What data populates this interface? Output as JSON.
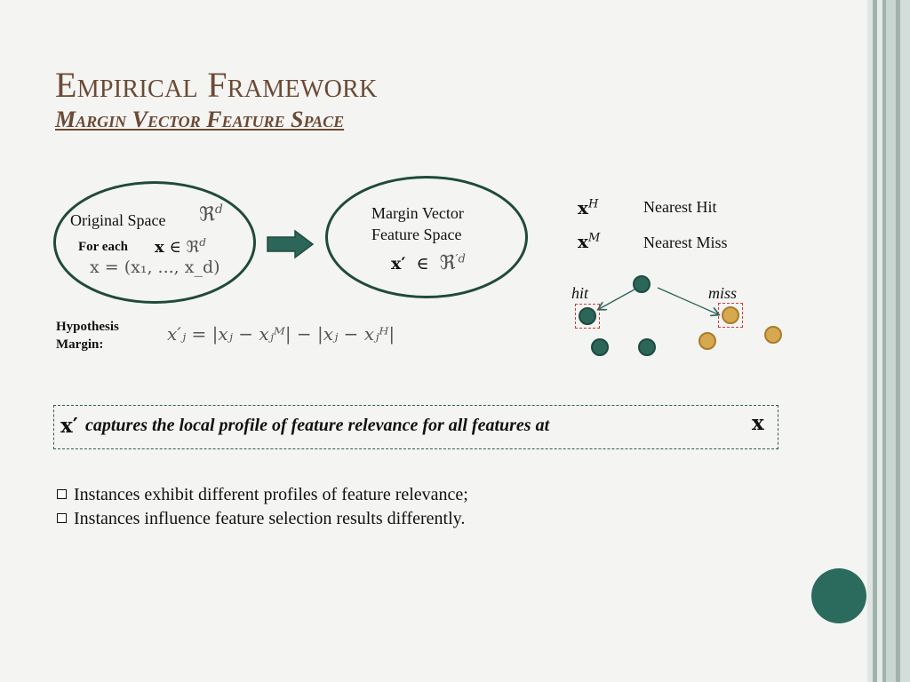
{
  "title": "Empirical Framework",
  "subtitle": "Margin Vector Feature Space",
  "original_space": {
    "label": "Original Space",
    "space_symbol": "ℜ",
    "space_sup": "d",
    "for_each_label": "For each",
    "x_symbol": "x",
    "in_symbol": "∈",
    "vector_expr": "x = (x₁, ..., x_d)"
  },
  "margin_space": {
    "label_line1": "Margin Vector",
    "label_line2": "Feature Space",
    "x_prime": "x′",
    "in_symbol": "∈",
    "space_symbol": "ℜ",
    "space_sup": "′d"
  },
  "hypothesis_margin": {
    "label_line1": "Hypothesis",
    "label_line2": "Margin:",
    "formula": "x′ⱼ = |xⱼ − xⱼᴹ| − |xⱼ − xⱼᴴ|"
  },
  "legend": {
    "hit_symbol": "x",
    "hit_sup": "H",
    "hit_label": "Nearest Hit",
    "miss_symbol": "x",
    "miss_sup": "M",
    "miss_label": "Nearest Miss"
  },
  "scatter": {
    "hit_label": "hit",
    "miss_label": "miss"
  },
  "captures": {
    "x_prime": "x′",
    "text": "captures the local profile of feature relevance for all features at",
    "x_end": "x"
  },
  "bullets": [
    "Instances exhibit different profiles of feature relevance;",
    "Instances influence feature selection results differently."
  ],
  "colors": {
    "title": "#6b4a35",
    "teal": "#2b6659",
    "gold": "#d6a850",
    "dash_red": "#d23a3a"
  }
}
